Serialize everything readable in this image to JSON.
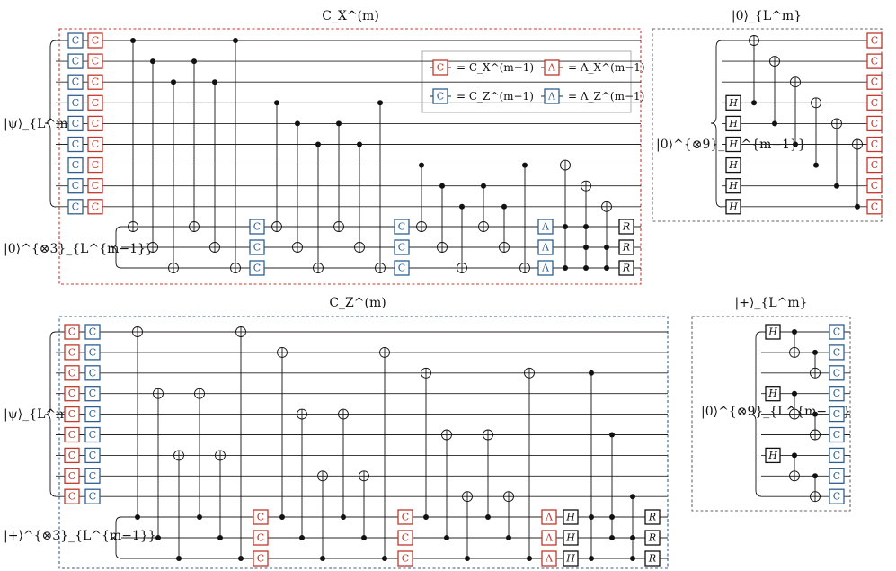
{
  "titles": {
    "cx": "C_X^(m)",
    "cz": "C_Z^(m)",
    "zero_state": "|0⟩_{L^m}",
    "plus_state": "|+⟩_{L^m}"
  },
  "labels": {
    "psi": "|ψ⟩_{L^m}",
    "zero3": "|0⟩^{⊗3}_{L^{m−1}}",
    "plus3": "|+⟩^{⊗3}_{L^{m−1}}",
    "zero9": "|0⟩^{⊗9}_{L^{m−1}}"
  },
  "legend": [
    {
      "symbol": "C",
      "color": "red",
      "text": "= C_X^(m−1)"
    },
    {
      "symbol": "Λ",
      "color": "red",
      "text": "= Λ_X^(m−1)"
    },
    {
      "symbol": "C",
      "color": "blue",
      "text": "= C_Z^(m−1)"
    },
    {
      "symbol": "Λ",
      "color": "blue",
      "text": "= Λ_Z^(m−1)"
    }
  ],
  "gates": {
    "c": "C",
    "lambda": "Λ",
    "h": "H",
    "r": "R"
  },
  "colors": {
    "red": "#c0392b",
    "blue": "#2f5f8f",
    "grey": "#666666",
    "wire": "#222222"
  }
}
